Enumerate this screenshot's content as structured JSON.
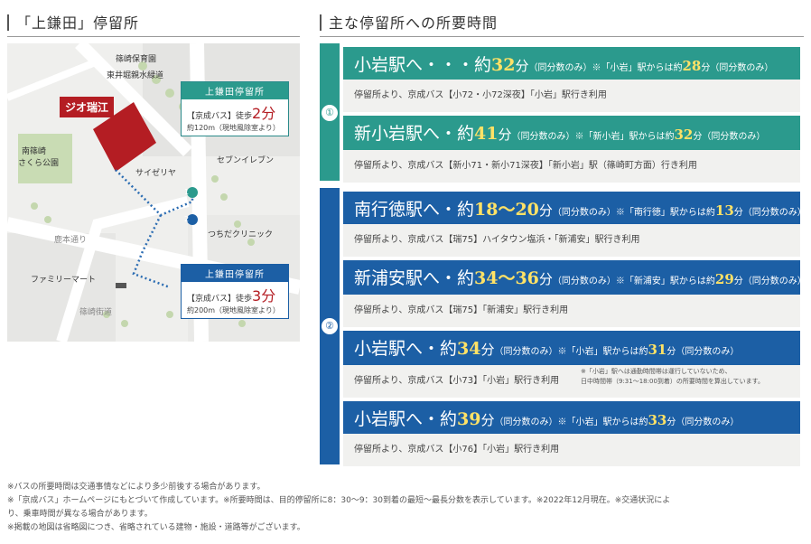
{
  "left_title": "「上鎌田」停留所",
  "right_title": "主な停留所への所要時間",
  "map": {
    "landmark_label": "ジオ瑞江",
    "labels": {
      "nursery": "篠崎保育園",
      "greenway": "東井堀親水緑道",
      "park_1": "南篠崎",
      "park_2": "さくら公園",
      "saizeriya": "サイゼリヤ",
      "seven": "セブンイレブン",
      "clinic": "つちだクリニック",
      "familymart": "ファミリーマート",
      "road_1": "鹿本通り",
      "road_2": "篠崎街道"
    },
    "stop1": {
      "header": "上鎌田停留所",
      "line": "【京成バス】徒歩",
      "minutes": "2分",
      "distance": "約120m（現地風除室より）",
      "marker": "1"
    },
    "stop2": {
      "header": "上鎌田停留所",
      "line": "【京成バス】徒歩",
      "minutes": "3分",
      "distance": "約200m（現地風除室より）",
      "marker": "2"
    },
    "colors": {
      "route": "#2c6db3",
      "building": "#b41d23",
      "stop_header_1": "#2b9a8d",
      "stop_header_2": "#1c5fa5"
    }
  },
  "groups": [
    {
      "number": "①",
      "color": "#2b9a8d",
      "rows": [
        {
          "station": "小岩駅へ・・・約",
          "time": "32",
          "unit": "分",
          "note1": "（同分数のみ）※「小岩」駅からは約",
          "time2": "28",
          "unit2": "分",
          "note2": "（同分数のみ）",
          "route": "停留所より、京成バス【小72・小72深夜】「小岩」駅行き利用"
        },
        {
          "station": "新小岩駅へ・約",
          "time": "41",
          "unit": "分",
          "note1": "（同分数のみ）※「新小岩」駅からは約",
          "time2": "32",
          "unit2": "分",
          "note2": "（同分数のみ）",
          "route": "停留所より、京成バス【新小71・新小71深夜】「新小岩」駅（篠崎町方面）行き利用"
        }
      ]
    },
    {
      "number": "②",
      "color": "#1c5fa5",
      "rows": [
        {
          "station": "南行徳駅へ・約",
          "time": "18〜20",
          "unit": "分",
          "note1": "（同分数のみ）※「南行徳」駅からは約",
          "time2": "13",
          "unit2": "分",
          "note2": "（同分数のみ）",
          "route": "停留所より、京成バス【瑞75】ハイタウン塩浜・「新浦安」駅行き利用"
        },
        {
          "station": "新浦安駅へ・約",
          "time": "34〜36",
          "unit": "分",
          "note1": "（同分数のみ）※「新浦安」駅からは約",
          "time2": "29",
          "unit2": "分",
          "note2": "（同分数のみ）",
          "route": "停留所より、京成バス【瑞75】「新浦安」駅行き利用"
        },
        {
          "station": "小岩駅へ・約",
          "time": "34",
          "unit": "分",
          "note1": "（同分数のみ）※「小岩」駅からは約",
          "time2": "31",
          "unit2": "分",
          "note2": "（同分数のみ）",
          "route": "停留所より、京成バス【小73】「小岩」駅行き利用"
        },
        {
          "station": "小岩駅へ・約",
          "time": "39",
          "unit": "分",
          "note1": "（同分数のみ）※「小岩」駅からは約",
          "time2": "33",
          "unit2": "分",
          "note2": "（同分数のみ）",
          "route": "停留所より、京成バス【小76】「小岩」駅行き利用"
        }
      ]
    }
  ],
  "row_subnote_1": "※「小岩」駅へは通勤時間帯は運行していないため、",
  "row_subnote_2": "日中時間帯（9:31〜18:00到着）の所要時間を算出しています。",
  "footnotes": [
    "※バスの所要時間は交通事情などにより多少前後する場合があります。",
    "※「京成バス」ホームページにもとづいて作成しています。※所要時間は、目的停留所に8：30〜9：30到着の最短〜最長分数を表示しています。※2022年12月現在。※交通状況によ",
    "り、乗車時間が異なる場合があります。",
    "※掲載の地図は省略図につき、省略されている建物・施設・道路等がございます。"
  ]
}
